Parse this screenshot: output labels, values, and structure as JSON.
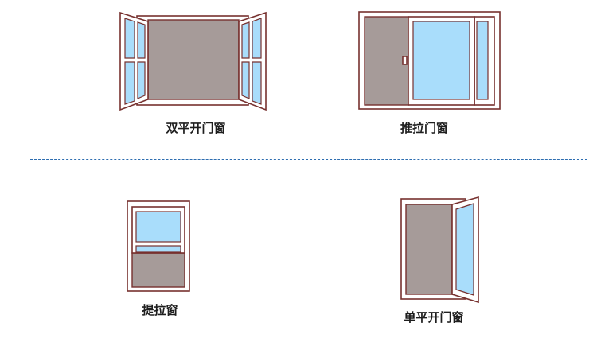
{
  "colors": {
    "frame_stroke": "#77312f",
    "glass": "#a9ddfb",
    "opening": "#a69b99",
    "frame_fill": "#ffffff",
    "divider": "#2d6db0"
  },
  "windows": [
    {
      "name": "double-casement-window",
      "label": "双平开门窗"
    },
    {
      "name": "sliding-window",
      "label": "推拉门窗"
    },
    {
      "name": "sash-window",
      "label": "提拉窗"
    },
    {
      "name": "single-casement-window",
      "label": "单平开门窗"
    }
  ]
}
